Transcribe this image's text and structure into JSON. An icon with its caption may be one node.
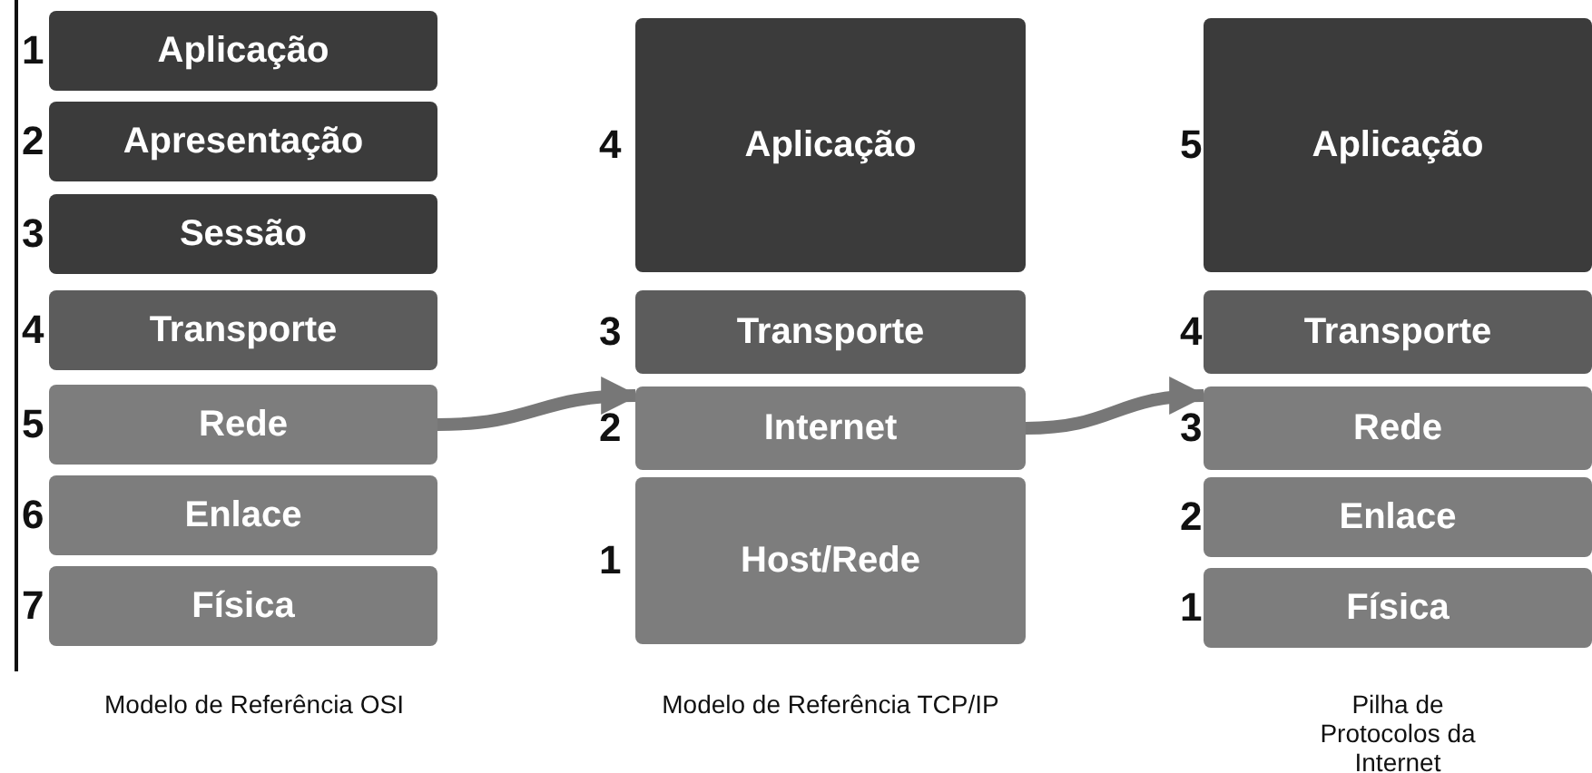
{
  "diagram": {
    "nodes": [
      {
        "text": [
          "Aplicação"
        ],
        "beside": [
          "1"
        ]
      },
      {
        "text": [
          "Apresentação"
        ],
        "beside": [
          "2"
        ]
      },
      {
        "text": [
          "Sessão"
        ],
        "beside": [
          "3"
        ]
      },
      {
        "text": [
          "Transporte"
        ],
        "beside": [
          "4"
        ]
      },
      {
        "text": [
          "Rede"
        ],
        "beside": [
          "5"
        ]
      },
      {
        "text": [
          "Enlace"
        ],
        "beside": [
          "6"
        ]
      },
      {
        "text": [
          "Física"
        ],
        "beside": [
          "7"
        ]
      },
      {
        "text": [
          "Aplicação"
        ],
        "beside": [
          "4"
        ]
      },
      {
        "text": [
          "Transporte"
        ],
        "beside": [
          "3"
        ]
      },
      {
        "text": [
          "Internet"
        ],
        "beside": [
          "2"
        ]
      },
      {
        "text": [
          "Host/Rede"
        ],
        "beside": [
          "1"
        ]
      },
      {
        "text": [
          "Aplicação"
        ],
        "beside": [
          "5"
        ]
      },
      {
        "text": [
          "Transporte"
        ],
        "beside": [
          "4"
        ]
      },
      {
        "text": [
          "Rede"
        ],
        "beside": [
          "3"
        ]
      },
      {
        "text": [
          "Enlace"
        ],
        "beside": [
          "2"
        ]
      },
      {
        "text": [
          "Física"
        ],
        "beside": [
          "1"
        ]
      }
    ],
    "edges": [
      {
        "from": 4,
        "to": 9,
        "arrow": "to"
      },
      {
        "from": 9,
        "to": 13,
        "arrow": "to"
      }
    ],
    "labels": [
      "Modelo de Referência OSI",
      "Modelo de Referência TCP/IP",
      "Pilha de Protocolos da Internet"
    ]
  }
}
